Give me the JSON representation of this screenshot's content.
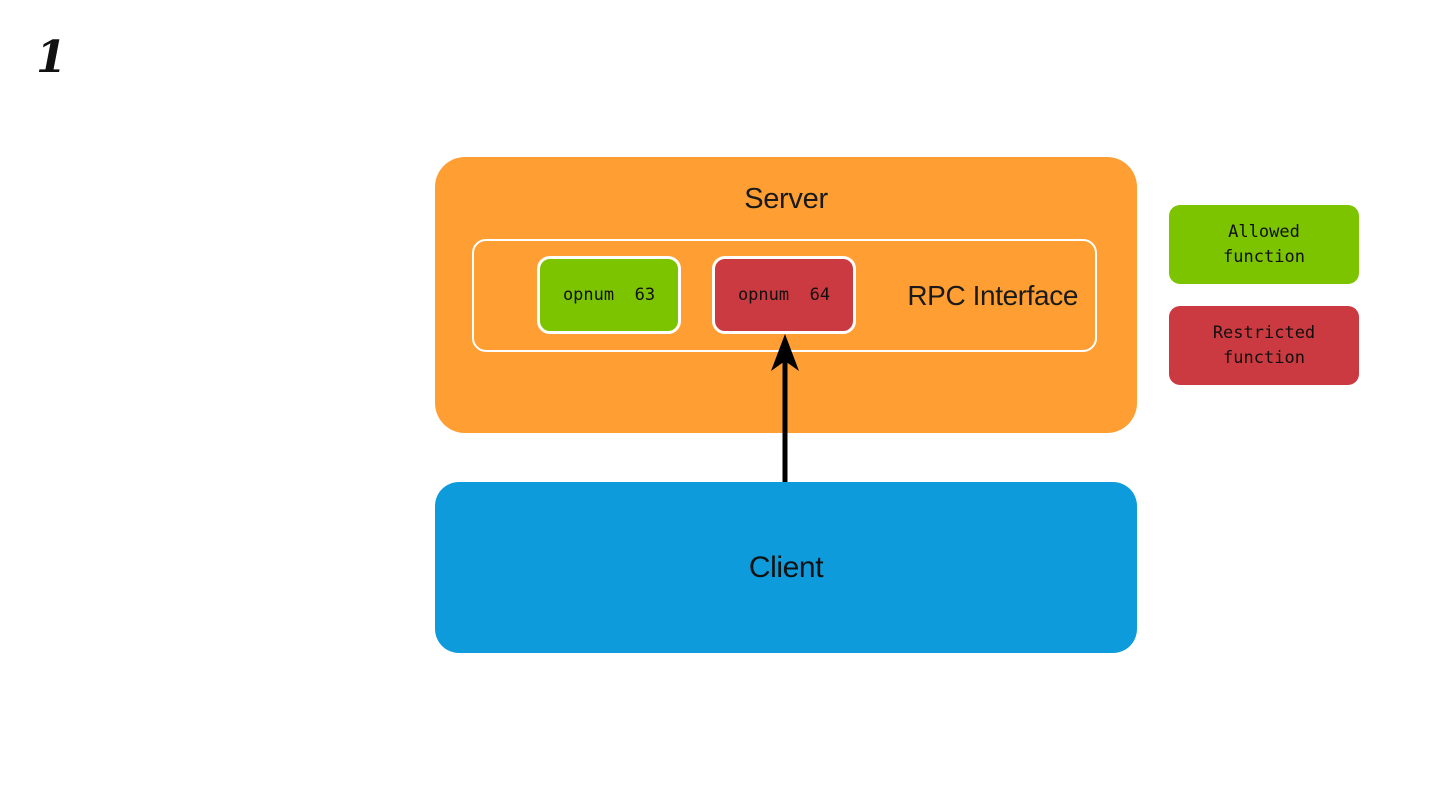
{
  "slide": {
    "number": "1"
  },
  "server": {
    "title": "Server",
    "color": "#ff9f33",
    "rpc_interface": {
      "label": "RPC Interface",
      "border_color": "#ffffff",
      "functions": [
        {
          "label": "opnum  63",
          "state": "allowed",
          "color": "#7cc400"
        },
        {
          "label": "opnum  64",
          "state": "restricted",
          "color": "#cc3a41"
        }
      ]
    }
  },
  "client": {
    "title": "Client",
    "color": "#0d9bdc"
  },
  "connection": {
    "from": "client",
    "to": "opnum 64",
    "direction": "up",
    "color": "#000000"
  },
  "legend": {
    "items": [
      {
        "label": "Allowed\nfunction",
        "color": "#7cc400"
      },
      {
        "label": "Restricted\nfunction",
        "color": "#cc3a41"
      }
    ]
  }
}
